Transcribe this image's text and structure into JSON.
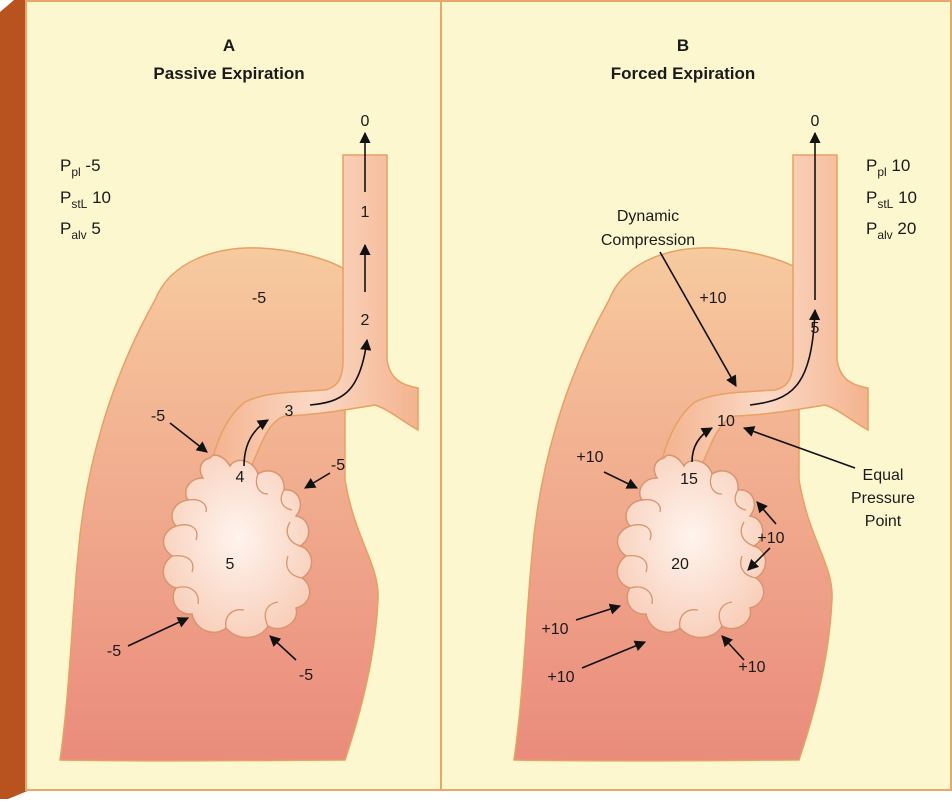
{
  "panels": {
    "a": {
      "letter": "A",
      "title": "Passive Expiration",
      "pressures": [
        {
          "p": "P",
          "sub": "pl",
          "val": " -5"
        },
        {
          "p": "P",
          "sub": "stL",
          "val": " 10"
        },
        {
          "p": "P",
          "sub": "alv",
          "val": " 5"
        }
      ],
      "lung_value": "-5",
      "airway_values": [
        "0",
        "1",
        "2",
        "3",
        "4"
      ],
      "alveolar_value": "5",
      "arrow_labels": [
        "-5",
        "-5",
        "-5",
        "-5"
      ]
    },
    "b": {
      "letter": "B",
      "title": "Forced Expiration",
      "pressures": [
        {
          "p": "P",
          "sub": "pl",
          "val": " 10"
        },
        {
          "p": "P",
          "sub": "stL",
          "val": " 10"
        },
        {
          "p": "P",
          "sub": "alv",
          "val": " 20"
        }
      ],
      "lung_value": "+10",
      "airway_values": [
        "0",
        "5",
        "10",
        "15"
      ],
      "alveolar_value": "20",
      "arrow_labels": [
        "+10",
        "+10",
        "+10",
        "+10",
        "+10"
      ],
      "dynamic_compression": [
        "Dynamic",
        "Compression"
      ],
      "equal_pressure_point": [
        "Equal",
        "Pressure",
        "Point"
      ]
    }
  },
  "colors": {
    "background": "#fdf7cf",
    "book_spine": "#b8521e",
    "border": "#e8a869",
    "lung_top": "#f6c49f",
    "lung_bottom": "#ec8d7f",
    "airway": "#f6c3a6",
    "alveoli": "#fbe3d6"
  }
}
